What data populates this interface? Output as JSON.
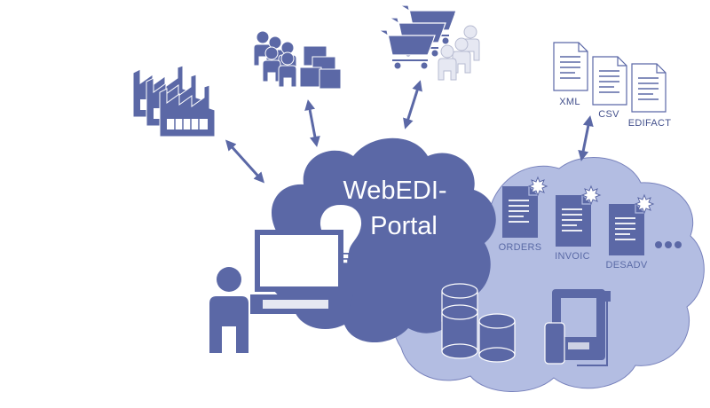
{
  "portal": {
    "title_line1": "WebEDI-",
    "title_line2": "Portal"
  },
  "formats": [
    "XML",
    "CSV",
    "EDIFACT"
  ],
  "documents": [
    "ORDERS",
    "INVOIC",
    "DESADV"
  ],
  "icons": {
    "factory": "factory-icon",
    "customers": "customer-group-icon",
    "retail": "shopping-cart-icon",
    "user": "person-icon",
    "computer": "computer-icon",
    "idea": "lightbulb-icon",
    "database": "database-icon",
    "device": "tablet-device-icon",
    "more": "ellipsis-icon"
  },
  "colors": {
    "primary": "#5b68a6",
    "secondary_cloud": "#b3bde2",
    "stroke": "#7882bc",
    "text_dark": "#43508c",
    "background": "#ffffff"
  }
}
